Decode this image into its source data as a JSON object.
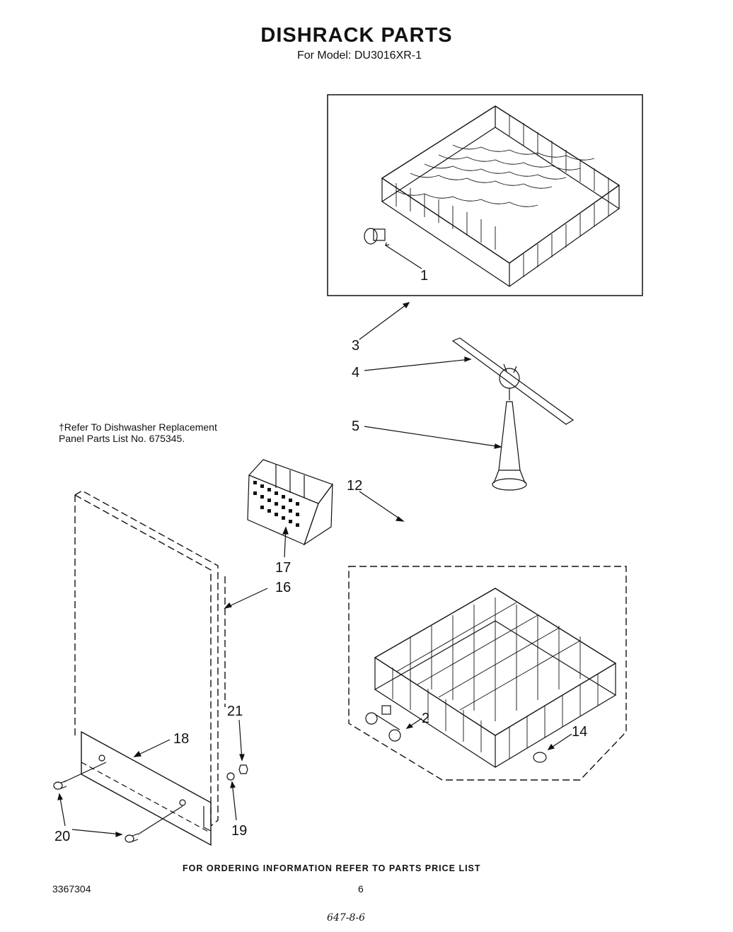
{
  "title": "DISHRACK PARTS",
  "subtitle": "For Model: DU3016XR-1",
  "note": {
    "line1": "†Refer To Dishwasher Replacement",
    "line2": "Panel Parts List No. 675345."
  },
  "callouts": {
    "c1": "1",
    "c2": "2",
    "c3": "3",
    "c4": "4",
    "c5": "5",
    "c12": "12",
    "c14": "14",
    "c16": "16",
    "c17": "17",
    "c18": "18",
    "c19": "19",
    "c20": "20",
    "c21": "21"
  },
  "footer": "FOR ORDERING INFORMATION REFER TO PARTS PRICE LIST",
  "doc_number": "3367304",
  "page_number": "6",
  "handwritten": "647-8-6"
}
